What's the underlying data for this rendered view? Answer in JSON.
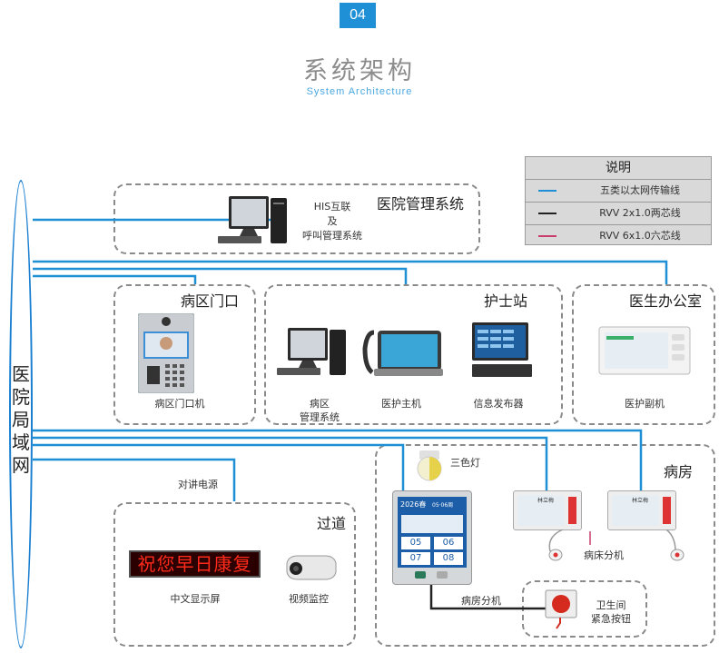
{
  "header": {
    "badge": "04",
    "title": "系统架构",
    "subtitle": "System Architecture"
  },
  "legend": {
    "title": "说明",
    "rows": [
      {
        "label": "五类以太网传输线",
        "color": "#1f8fd6"
      },
      {
        "label": "RVV 2x1.0两芯线",
        "color": "#222222"
      },
      {
        "label": "RVV 6x1.0六芯线",
        "color": "#c83c6e"
      }
    ]
  },
  "lan": {
    "label": "医院局域网"
  },
  "his": {
    "title": "医院管理系统",
    "line1": "HIS互联",
    "line2": "及",
    "line3": "呼叫管理系统"
  },
  "ward_gate": {
    "title": "病区门口",
    "device": "病区门口机"
  },
  "nurse_station": {
    "title": "护士站",
    "pc": "病区\n管理系统",
    "host": "医护主机",
    "info": "信息发布器"
  },
  "doctor_office": {
    "title": "医生办公室",
    "device": "医护副机"
  },
  "corridor": {
    "title": "过道",
    "power": "对讲电源",
    "led_text": "祝您早日康复",
    "display": "中文显示屏",
    "camera": "视频监控"
  },
  "ward_room": {
    "title": "病房",
    "lamp": "三色灯",
    "room_unit": "病房分机",
    "bed_unit": "病床分机",
    "emergency": "卫生间\n紧急按钮",
    "screen_time": "2026春",
    "screen_date": "05·06周",
    "screen_nums": [
      "05",
      "06",
      "07",
      "08"
    ],
    "bed_panel_label": "林立梅"
  }
}
